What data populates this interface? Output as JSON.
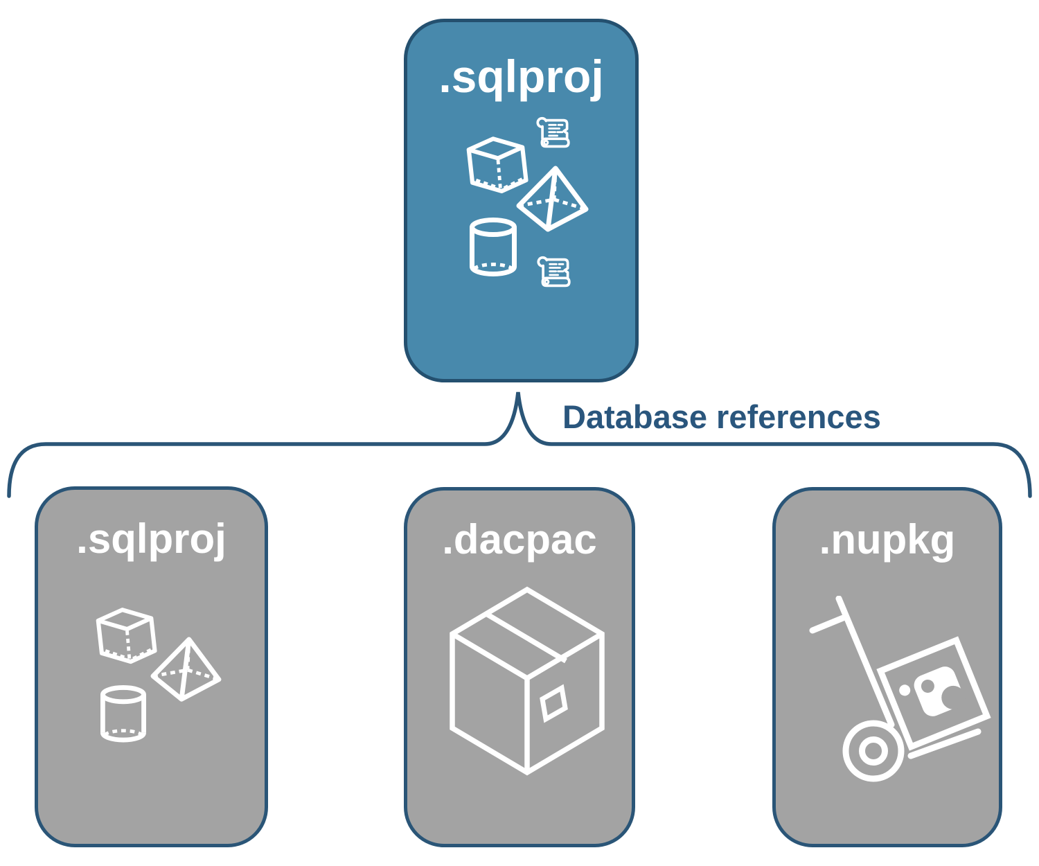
{
  "colors": {
    "root_fill": "#4889AC",
    "root_border": "#24506F",
    "child_fill": "#A3A3A3",
    "child_border": "#2A5577",
    "connector": "#2A5577",
    "connector_label": "#2A567D",
    "icon_stroke": "#FFFFFF",
    "background": "#FFFFFF"
  },
  "root_node": {
    "label": ".sqlproj",
    "icons": [
      "cube-icon",
      "scroll-icon",
      "pyramid-icon",
      "cylinder-icon",
      "scroll-icon"
    ]
  },
  "connector": {
    "label": "Database references"
  },
  "children": [
    {
      "id": "sqlproj",
      "label": ".sqlproj",
      "icons": [
        "cube-icon",
        "pyramid-icon",
        "cylinder-icon"
      ]
    },
    {
      "id": "dacpac",
      "label": ".dacpac",
      "icons": [
        "package-box-icon"
      ]
    },
    {
      "id": "nupkg",
      "label": ".nupkg",
      "icons": [
        "nuget-handtruck-icon"
      ]
    }
  ]
}
